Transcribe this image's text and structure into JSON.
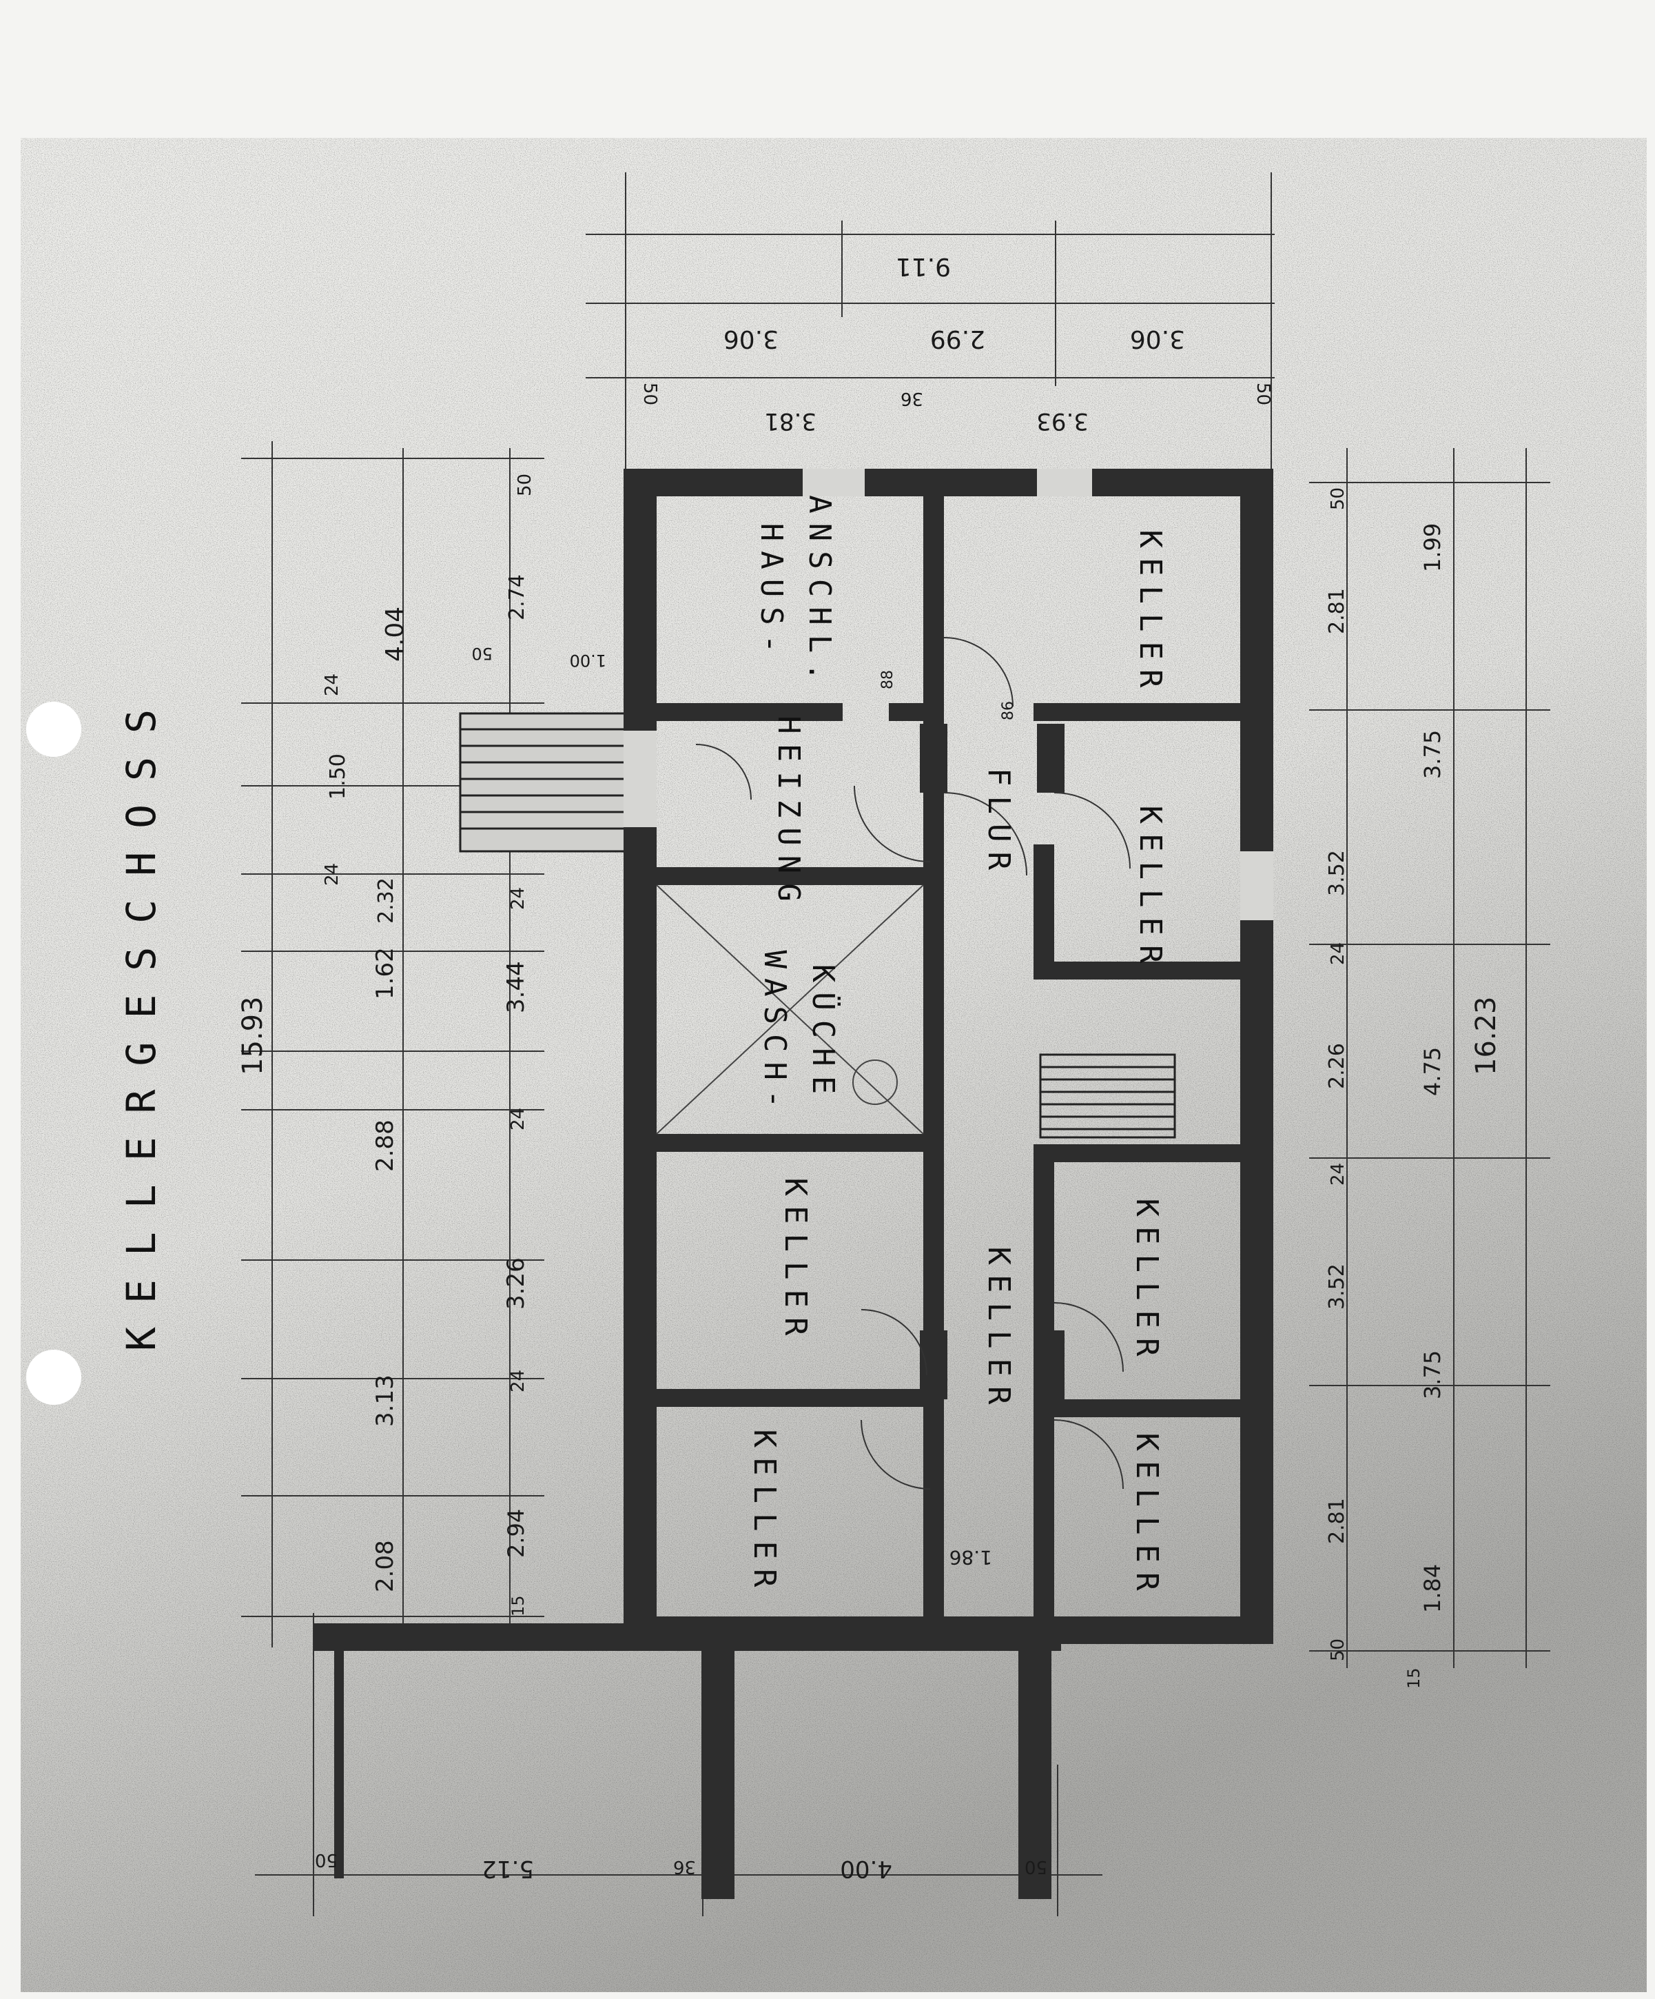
{
  "title": "KELLERGESCHOSS",
  "rooms": [
    {
      "key": "hausanschluss",
      "lines": [
        "HAUS-",
        "ANSCHL."
      ]
    },
    {
      "key": "keller_tr",
      "lines": [
        "KELLER"
      ]
    },
    {
      "key": "flur_upper",
      "lines": [
        "FLUR"
      ]
    },
    {
      "key": "heizung",
      "lines": [
        "HEIZUNG"
      ]
    },
    {
      "key": "keller_mr",
      "lines": [
        "KELLER"
      ]
    },
    {
      "key": "waschkueche",
      "lines": [
        "WASCH-",
        "KÜCHE"
      ]
    },
    {
      "key": "keller_ml",
      "lines": [
        "KELLER"
      ]
    },
    {
      "key": "flur_lower",
      "lines": [
        "KELLER"
      ]
    },
    {
      "key": "keller_r2",
      "lines": [
        "KELLER"
      ]
    },
    {
      "key": "keller_bl",
      "lines": [
        "KELLER"
      ]
    },
    {
      "key": "keller_br",
      "lines": [
        "KELLER"
      ]
    }
  ],
  "dims": {
    "top_total": "9.11",
    "top_seg1": "3.06",
    "top_seg2": "2.99",
    "top_seg3": "3.06",
    "top_wall_l": "50",
    "top_wall_r": "50",
    "top_in1": "3.81",
    "top_in2": "3.93",
    "top_in3": "36",
    "left_total": "15.93",
    "left_a": "4.04",
    "left_b": "2.88",
    "left_c": "1.62",
    "left_d": "3.13",
    "left_e": "2.08",
    "left_f": "1.50",
    "left_g": "2.32",
    "left_h": "2.74",
    "left_i": "3.44",
    "left_j": "3.26",
    "left_k": "2.94",
    "left_l": "24",
    "left_m": "24",
    "left_n": "24",
    "left_o": "24",
    "left_p": "24",
    "left_q": "15",
    "left_r": "50",
    "left_s": "1.00",
    "left_t": "50",
    "right_total": "16.23",
    "right_a": "1.99",
    "right_b": "3.75",
    "right_c": "4.75",
    "right_d": "3.75",
    "right_e": "1.84",
    "right_f": "2.81",
    "right_g": "3.52",
    "right_h": "2.26",
    "right_i": "3.52",
    "right_j": "2.81",
    "right_k": "50",
    "right_l": "24",
    "right_m": "24",
    "right_n": "50",
    "right_o": "15",
    "bottom_a": "5.12",
    "bottom_b": "4.00",
    "bottom_c": "50",
    "bottom_d": "36",
    "bottom_e": "50",
    "door_1": "86",
    "door_2": "1.86",
    "door_3": "88"
  }
}
